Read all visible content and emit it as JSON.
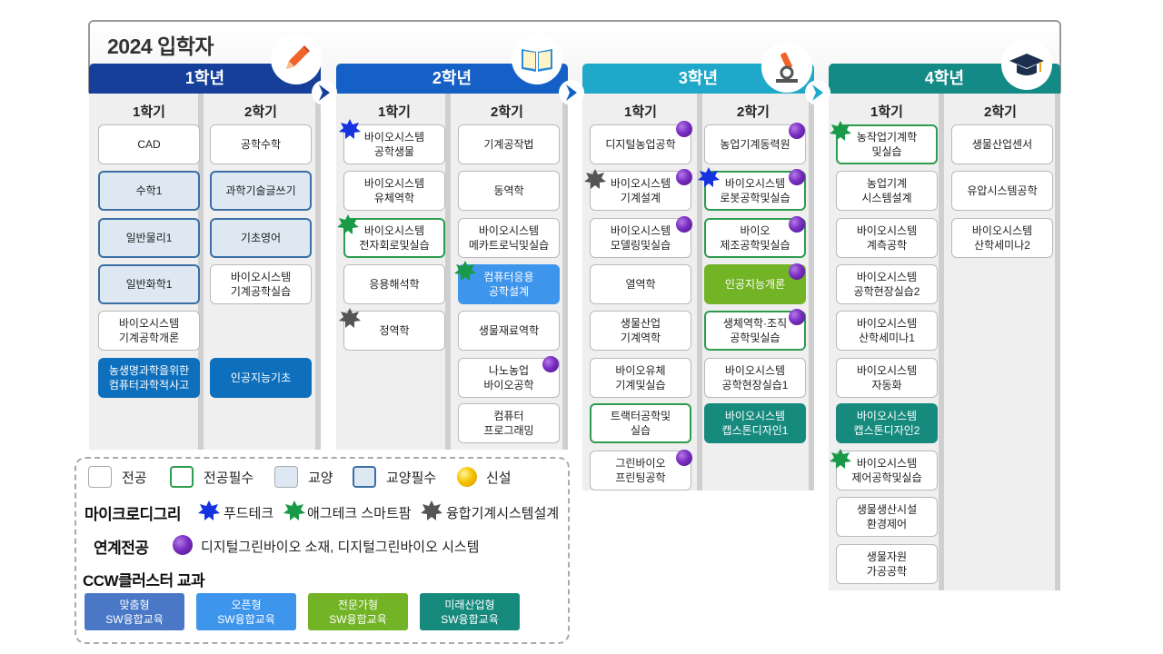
{
  "title": "2024 입학자",
  "years": [
    {
      "label": "1학년",
      "color": "#163f9a",
      "icon": "pencil-icon"
    },
    {
      "label": "2학년",
      "color": "#1560c6",
      "icon": "book-icon"
    },
    {
      "label": "3학년",
      "color": "#1fa8c9",
      "icon": "microscope-icon"
    },
    {
      "label": "4학년",
      "color": "#138a86",
      "icon": "graduation-cap-icon"
    }
  ],
  "semesters": {
    "first": "1학기",
    "second": "2학기"
  },
  "courses": {
    "y1s1": [
      "CAD",
      "수학1",
      "일반물리1",
      "일반화학1",
      "바이오시스템\n기계공학개론",
      "농생명과학을위한\n컴퓨터과학적사고"
    ],
    "y1s2": [
      "공학수학",
      "과학기술글쓰기",
      "기초영어",
      "바이오시스템\n기계공학실습",
      "인공지능기초"
    ],
    "y2s1": [
      "바이오시스템\n공학생물",
      "바이오시스템\n유체역학",
      "바이오시스템\n전자회로및실습",
      "응용해석학",
      "정역학"
    ],
    "y2s2": [
      "기계공작법",
      "동역학",
      "바이오시스템\n메카트로닉및실습",
      "컴퓨터응용\n공학설계",
      "생물재료역학",
      "나노농업\n바이오공학",
      "컴퓨터\n프로그래밍"
    ],
    "y3s1": [
      "디지털농업공학",
      "바이오시스템\n기계설계",
      "바이오시스템\n모델링및실습",
      "열역학",
      "생물산업\n기계역학",
      "바이오유체\n기계및실습",
      "트랙터공학및\n실습",
      "그린바이오\n프린팅공학"
    ],
    "y3s2": [
      "농업기계동력원",
      "바이오시스템\n로봇공학및실습",
      "바이오\n제조공학및실습",
      "인공지능개론",
      "생체역학·조직\n공학및실습",
      "바이오시스템\n공학현장실습1",
      "바이오시스템\n캡스톤디자인1"
    ],
    "y4s1": [
      "농작업기계학\n및실습",
      "농업기계\n시스템설계",
      "바이오시스템\n계측공학",
      "바이오시스템\n공학현장실습2",
      "바이오시스템\n산학세미나1",
      "바이오시스템\n자동화",
      "바이오시스템\n캡스톤디자인2",
      "바이오시스템\n제어공학및실습",
      "생물생산시설\n환경제어",
      "생물자원\n가공공학"
    ],
    "y4s2": [
      "생물산업센서",
      "유압시스템공학",
      "바이오시스템\n산학세미나2"
    ]
  },
  "legend": {
    "major": "전공",
    "major_required": "전공필수",
    "liberal": "교양",
    "liberal_required": "교양필수",
    "new": "신설",
    "micro_title": "마이크로디그리",
    "micro_food": "푸드테크",
    "micro_agri": "애그테크 스마트팜",
    "micro_mech": "융합기계시스템설계",
    "linked_title": "연계전공",
    "linked_text": "디지털그린바이오 소재, 디지털그린바이오 시스템",
    "ccw_title": "CCW클러스터 교과",
    "ccw": [
      "맞춤형\nSW융합교육",
      "오픈형\nSW융합교육",
      "전문가형\nSW융합교육",
      "미래산업형\nSW융합교육"
    ]
  },
  "colors": {
    "star_blue": "#1533e0",
    "star_green": "#1a9a48",
    "star_gray": "#555555",
    "dot_purple": "#7a2ec2",
    "ccw_custom": "#4a78c6",
    "ccw_open": "#3d95ec",
    "ccw_expert": "#73b326",
    "ccw_future": "#178a7e"
  }
}
